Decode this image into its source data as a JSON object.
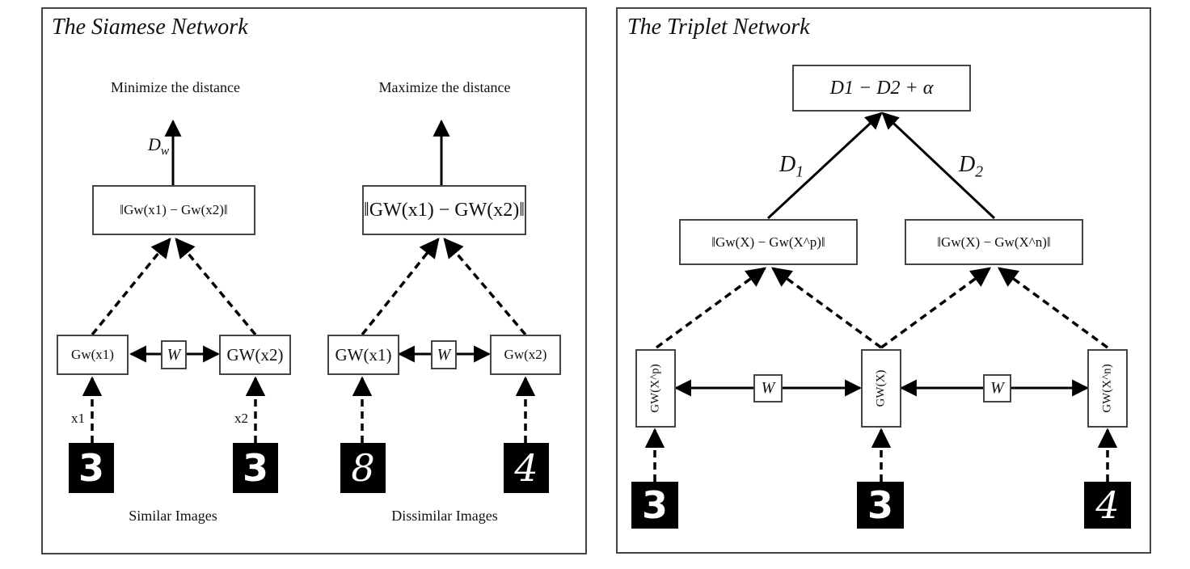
{
  "siamese": {
    "title": "The Siamese Network",
    "left_objective": "Minimize the distance",
    "right_objective": "Maximize the distance",
    "dw_label": "D",
    "dw_sub": "w",
    "left_distance": "‖Gw(x1) − Gw(x2)‖",
    "right_distance": "‖GW(x1) − GW(x2)‖",
    "left_enc1": "Gw(x1)",
    "left_enc2": "GW(x2)",
    "right_enc1": "GW(x1)",
    "right_enc2": "Gw(x2)",
    "shared_weight": "W",
    "input1_label": "x1",
    "input2_label": "x2",
    "similar_caption": "Similar Images",
    "dissimilar_caption": "Dissimilar Images",
    "digits": [
      "3",
      "3",
      "8",
      "4"
    ]
  },
  "triplet": {
    "title": "The Triplet Network",
    "loss": "D1 − D2 + α",
    "d1_label": "D",
    "d1_sub": "1",
    "d2_label": "D",
    "d2_sub": "2",
    "left_distance": "‖Gw(X) − Gw(X^p)‖",
    "right_distance": "‖Gw(X) − Gw(X^n)‖",
    "enc_positive": "GW(X^p)",
    "enc_anchor": "GW(X)",
    "enc_negative": "GW(X^n)",
    "shared_weight": "W",
    "digits": [
      "3",
      "3",
      "4"
    ]
  }
}
